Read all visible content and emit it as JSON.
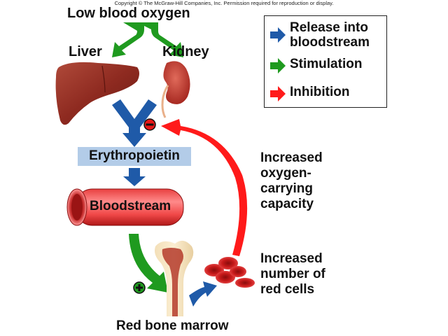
{
  "copyright": "Copyright © The McGraw-Hill Companies, Inc. Permission required for reproduction or display.",
  "labels": {
    "low_blood_oxygen": "Low blood oxygen",
    "liver": "Liver",
    "kidney": "Kidney",
    "erythropoietin": "Erythropoietin",
    "bloodstream": "Bloodstream",
    "red_bone_marrow": "Red bone marrow",
    "increased_capacity": [
      "Increased",
      "oxygen-",
      "carrying",
      "capacity"
    ],
    "increased_cells": [
      "Increased",
      "number of",
      "red cells"
    ]
  },
  "signs": {
    "inhibition": "−",
    "stimulation": "+"
  },
  "legend": {
    "items": [
      {
        "lines": [
          "Release into",
          "bloodstream"
        ],
        "color": "#1f5aa8",
        "meaning": "release"
      },
      {
        "lines": [
          "Stimulation"
        ],
        "color": "#1f9a1f",
        "meaning": "stimulation"
      },
      {
        "lines": [
          "Inhibition"
        ],
        "color": "#ff1a1a",
        "meaning": "inhibition"
      }
    ]
  },
  "colors": {
    "blue": "#1f5aa8",
    "green": "#1f9a1f",
    "red": "#ff1a1a",
    "erythropoietin_bg": "#b3cce8"
  }
}
